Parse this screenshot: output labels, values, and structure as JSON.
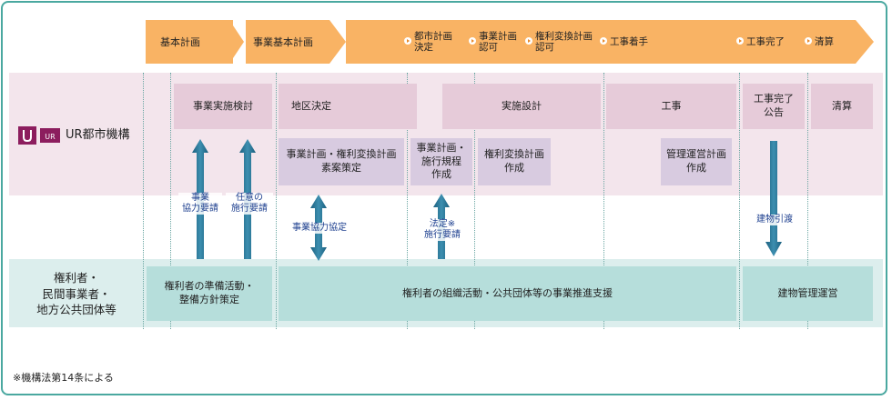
{
  "phases": {
    "p1": "基本計画",
    "p2": "事業基本計画",
    "m1": [
      "都市計画",
      "決定"
    ],
    "m2": [
      "事業計画",
      "認可"
    ],
    "m3": [
      "権利変換計画",
      "認可"
    ],
    "m4": "工事着手",
    "m5": "工事完了",
    "m6": "清算"
  },
  "ur": {
    "logo_text": "UR",
    "org_name": "UR都市機構",
    "row1": {
      "a": "事業実施検討",
      "b": "地区決定",
      "c": "実施設計",
      "d": "工事",
      "e": [
        "工事完了",
        "公告"
      ],
      "f": "清算"
    },
    "row2": {
      "a": [
        "事業計画・権利変換計画",
        "素案策定"
      ],
      "b": [
        "事業計画・",
        "施行規程",
        "作成"
      ],
      "c": [
        "権利変換計画",
        "作成"
      ],
      "d": [
        "管理運営計画",
        "作成"
      ]
    }
  },
  "arrows": {
    "a1": [
      "事業",
      "協力要請"
    ],
    "a2": [
      "任意の",
      "施行要請"
    ],
    "a3": "事業協力協定",
    "a4": [
      "法定※",
      "施行要請"
    ],
    "a5": "建物引渡"
  },
  "rightholders": {
    "label": [
      "権利者・",
      "民間事業者・",
      "地方公共団体等"
    ],
    "box1": [
      "権利者の準備活動・",
      "整備方針策定"
    ],
    "box2": "権利者の組織活動・公共団体等の事業推進支援",
    "box3": "建物管理運営"
  },
  "footnote": "※機構法第14条による",
  "colors": {
    "frame": "#4aa8a0",
    "phase": "#f9b364",
    "ur_band": "#f3e5ec",
    "rh_band": "#dceeed",
    "arrow": "#1f6e8e"
  }
}
